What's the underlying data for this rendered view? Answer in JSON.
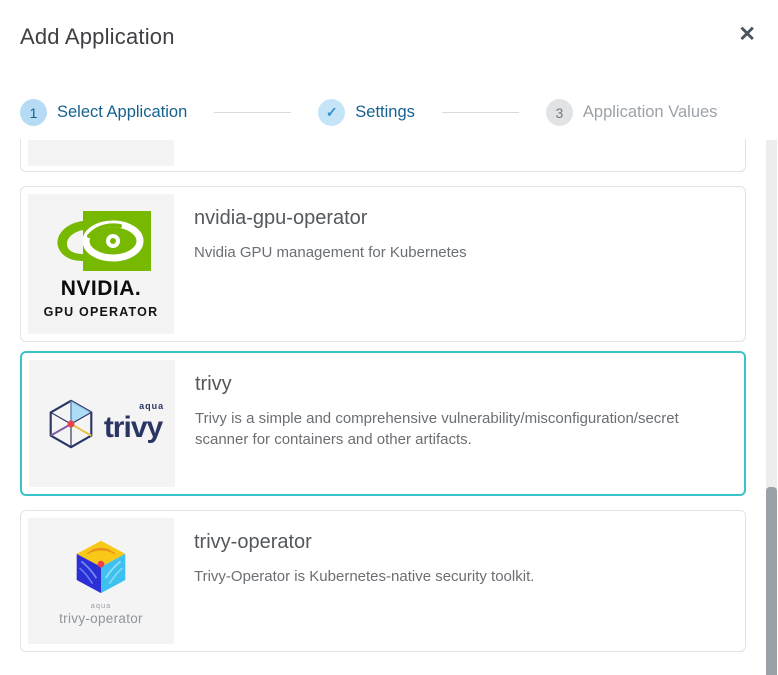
{
  "modal": {
    "title": "Add Application",
    "close_glyph": "✕"
  },
  "stepper": {
    "steps": [
      {
        "indicator": "1",
        "label": "Select Application",
        "state": "active"
      },
      {
        "indicator": "✓",
        "label": "Settings",
        "state": "done"
      },
      {
        "indicator": "3",
        "label": "Application Values",
        "state": "upcoming"
      }
    ]
  },
  "applications": [
    {
      "name": "nvidia-gpu-operator",
      "description": "Nvidia GPU management for Kubernetes",
      "selected": false,
      "logo_text": [
        "NVIDIA.",
        "GPU OPERATOR"
      ]
    },
    {
      "name": "trivy",
      "description": "Trivy is a simple and comprehensive vulnerability/misconfiguration/secret scanner for containers and other artifacts.",
      "selected": true,
      "logo_text": [
        "aqua",
        "trivy"
      ]
    },
    {
      "name": "trivy-operator",
      "description": "Trivy-Operator is Kubernetes-native security toolkit.",
      "selected": false,
      "logo_text": [
        "aqua",
        "trivy-operator"
      ]
    }
  ],
  "colors": {
    "selected_border": "#3AC4C9",
    "step_blue": "#2F8FD0",
    "step_blue_bg": "#B5DCF4",
    "step_gray_bg": "#E2E3E5",
    "nvidia_green": "#76B900",
    "trivy_navy": "#2A3563"
  }
}
